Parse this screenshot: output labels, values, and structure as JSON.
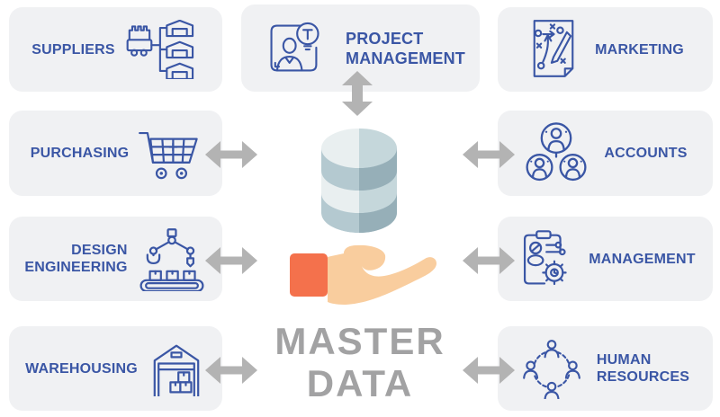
{
  "title": {
    "line1": "MASTER",
    "line2": "DATA"
  },
  "nodes": {
    "suppliers": {
      "label": "SUPPLIERS",
      "icon": "factory-network-icon"
    },
    "project_management": {
      "line1": "PROJECT",
      "line2": "MANAGEMENT",
      "icon": "person-idea-icon"
    },
    "marketing": {
      "label": "MARKETING",
      "icon": "strategy-sheet-icon"
    },
    "purchasing": {
      "label": "PURCHASING",
      "icon": "shopping-cart-icon"
    },
    "accounts": {
      "label": "ACCOUNTS",
      "icon": "user-group-circles-icon"
    },
    "design_engineering": {
      "line1": "DESIGN",
      "line2": "ENGINEERING",
      "icon": "robotic-arm-conveyor-icon"
    },
    "management": {
      "label": "MANAGEMENT",
      "icon": "clipboard-gear-icon"
    },
    "warehousing": {
      "label": "WAREHOUSING",
      "icon": "warehouse-icon"
    },
    "human_resources": {
      "line1": "HUMAN",
      "line2": "RESOURCES",
      "icon": "people-network-icon"
    }
  },
  "center": {
    "database_icon": "database-icon",
    "hand_icon": "hand-icon"
  },
  "connectors": {
    "horizontal_count": 6,
    "vertical_count": 1,
    "style": "bidirectional"
  },
  "colors": {
    "page_bg": "#FFFFFF",
    "box_bg": "#F0F1F3",
    "accent_blue": "#3A56A5",
    "arrow_gray": "#B3B3B3",
    "title_gray": "#A2A2A3",
    "db_light_left": "#E9EFF0",
    "db_light_right": "#C5D7DB",
    "db_dark_left": "#B4C9D0",
    "db_dark_right": "#96AFB8",
    "hand_skin": "#F9CD9E",
    "hand_cuff": "#F4714C"
  }
}
